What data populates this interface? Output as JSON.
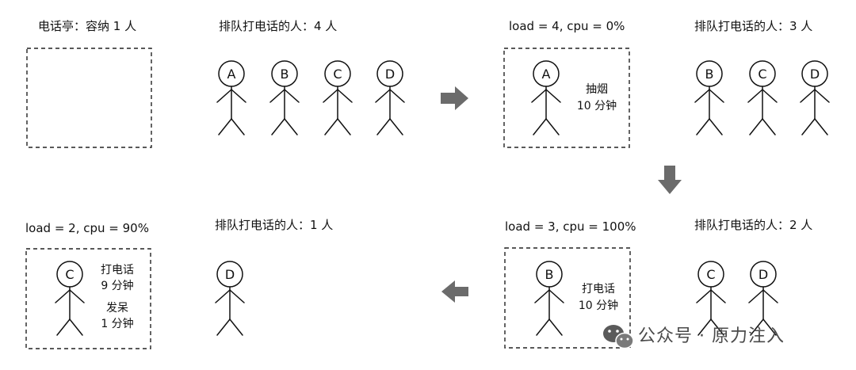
{
  "panels": [
    {
      "status": "电话亭：容纳 1 人",
      "queue_label": "排队打电话的人：4 人",
      "booth": {
        "person": "",
        "notes": []
      },
      "queue": [
        "A",
        "B",
        "C",
        "D"
      ]
    },
    {
      "status": "load = 4, cpu = 0%",
      "queue_label": "排队打电话的人：3 人",
      "booth": {
        "person": "A",
        "notes": [
          "抽烟",
          "10 分钟"
        ]
      },
      "queue": [
        "B",
        "C",
        "D"
      ]
    },
    {
      "status": "load = 3, cpu = 100%",
      "queue_label": "排队打电话的人：2 人",
      "booth": {
        "person": "B",
        "notes": [
          "打电话",
          "10 分钟"
        ]
      },
      "queue": [
        "C",
        "D"
      ]
    },
    {
      "status": "load = 2, cpu = 90%",
      "queue_label": "排队打电话的人：1 人",
      "booth": {
        "person": "C",
        "notes": [
          "打电话",
          "9 分钟",
          "发呆",
          "1 分钟"
        ]
      },
      "queue": [
        "D"
      ]
    }
  ],
  "arrows": [
    "right",
    "down",
    "left"
  ],
  "watermark": {
    "text": "公众号 · 原力注入",
    "icon": "wechat-icon"
  },
  "colors": {
    "arrow": "#6b6b6b",
    "stroke": "#111111"
  }
}
